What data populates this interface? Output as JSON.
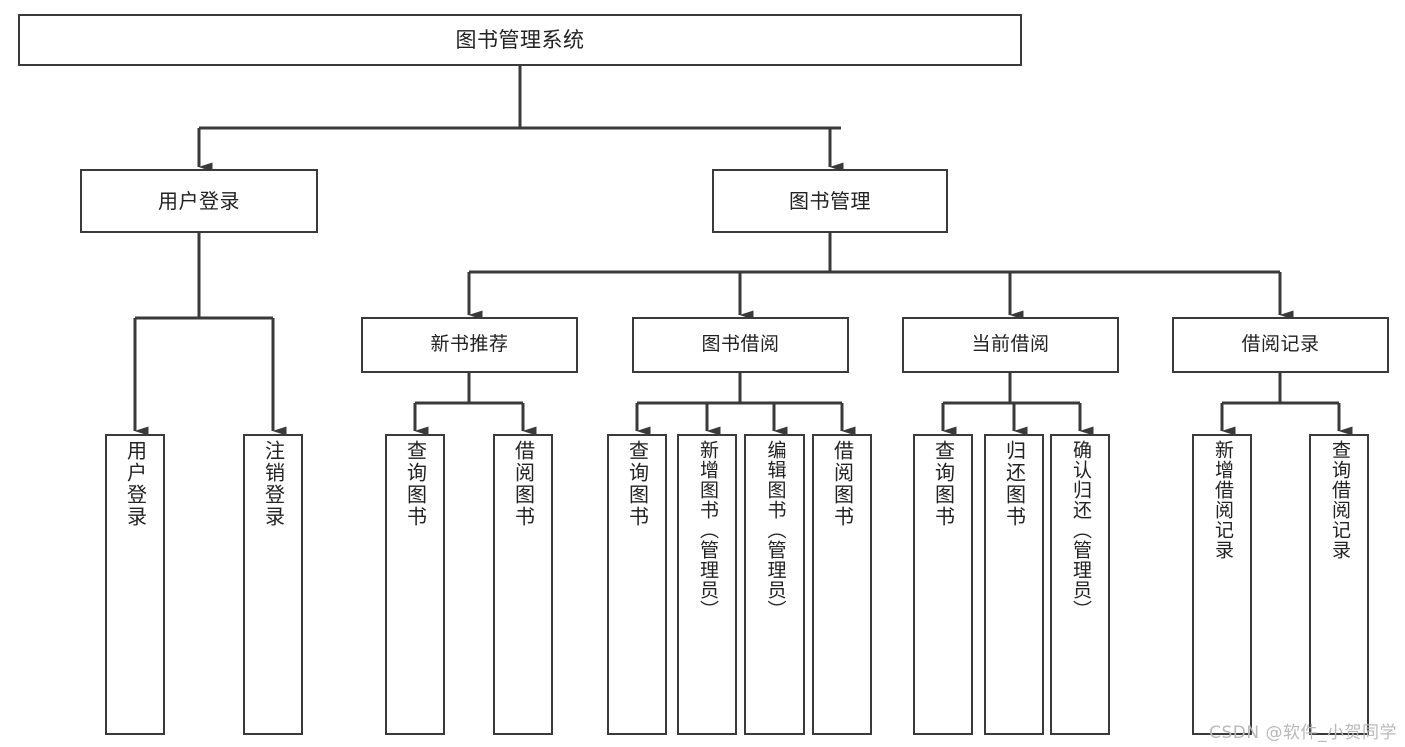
{
  "diagram": {
    "title": "图书管理系统",
    "type": "tree-hierarchy",
    "watermark": "CSDN @软件_小贺同学",
    "colors": {
      "box_border": "#3a3a3a",
      "box_fill": "#ffffff",
      "connector": "#3a3a3a",
      "text": "#222222",
      "watermark": "#b9b9b9",
      "background": "#ffffff"
    },
    "root": {
      "label": "图书管理系统"
    },
    "level2": [
      {
        "label": "用户登录"
      },
      {
        "label": "图书管理"
      }
    ],
    "level3": [
      {
        "label": "新书推荐"
      },
      {
        "label": "图书借阅"
      },
      {
        "label": "当前借阅"
      },
      {
        "label": "借阅记录"
      }
    ],
    "leaves": {
      "user_login": [
        {
          "label": "用户登录"
        },
        {
          "label": "注销登录"
        }
      ],
      "new_book_recommend": [
        {
          "label": "查询图书"
        },
        {
          "label": "借阅图书"
        }
      ],
      "book_borrow": [
        {
          "label": "查询图书"
        },
        {
          "label": "新增图书（管理员）"
        },
        {
          "label": "编辑图书（管理员）"
        },
        {
          "label": "借阅图书"
        }
      ],
      "current_borrow": [
        {
          "label": "查询图书"
        },
        {
          "label": "归还图书"
        },
        {
          "label": "确认归还（管理员）"
        }
      ],
      "borrow_records": [
        {
          "label": "新增借阅记录"
        },
        {
          "label": "查询借阅记录"
        }
      ]
    }
  }
}
